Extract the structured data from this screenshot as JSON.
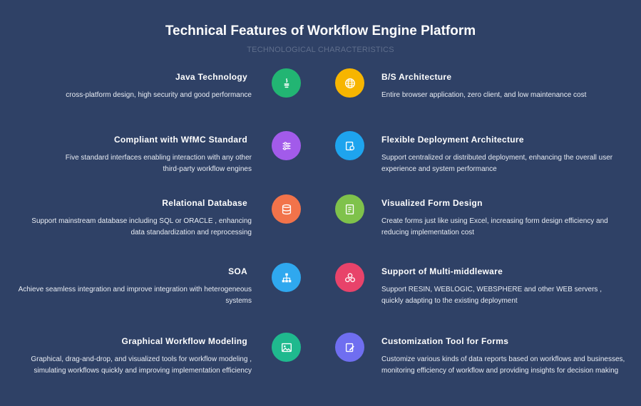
{
  "title": "Technical Features of Workflow Engine Platform",
  "subtitle": "TECHNOLOGICAL CHARACTERISTICS",
  "left": [
    {
      "title": "Java Technology",
      "desc": "cross-platform design, high security and good performance",
      "icon": "java-icon",
      "color": "#22b573"
    },
    {
      "title": "Compliant with WfMC Standard",
      "desc": "Five standard interfaces enabling interaction with any other third-party workflow engines",
      "icon": "sliders-icon",
      "color": "#a25bea"
    },
    {
      "title": "Relational Database",
      "desc": "Support mainstream database including SQL or ORACLE , enhancing data standardization and reprocessing",
      "icon": "database-icon",
      "color": "#f2734a"
    },
    {
      "title": "SOA",
      "desc": "Achieve seamless integration and improve integration with heterogeneous systems",
      "icon": "network-icon",
      "color": "#2fa8ef"
    },
    {
      "title": "Graphical Workflow Modeling",
      "desc": "Graphical, drag-and-drop, and visualized tools for workflow modeling , simulating workflows quickly and improving implementation efficiency",
      "icon": "image-icon",
      "color": "#1fb98e"
    }
  ],
  "right": [
    {
      "title": "B/S Architecture",
      "desc": "Entire browser application, zero client, and low maintenance cost",
      "icon": "globe-icon",
      "color": "#f7b500"
    },
    {
      "title": "Flexible Deployment Architecture",
      "desc": "Support centralized or distributed deployment, enhancing the overall user experience and system performance",
      "icon": "deploy-icon",
      "color": "#1ea4ee"
    },
    {
      "title": "Visualized Form Design",
      "desc": "Create forms just like using Excel, increasing form design efficiency and reducing implementation cost",
      "icon": "form-icon",
      "color": "#7fc24b"
    },
    {
      "title": "Support of Multi-middleware",
      "desc": "Support RESIN, WEBLOGIC, WEBSPHERE and other WEB servers , quickly adapting to the existing deployment",
      "icon": "middleware-icon",
      "color": "#e8436a"
    },
    {
      "title": "Customization Tool for Forms",
      "desc": "Customize various kinds of data reports based on workflows and businesses, monitoring efficiency of workflow and providing insights for decision making",
      "icon": "edit-icon",
      "color": "#6f6ef0"
    }
  ]
}
